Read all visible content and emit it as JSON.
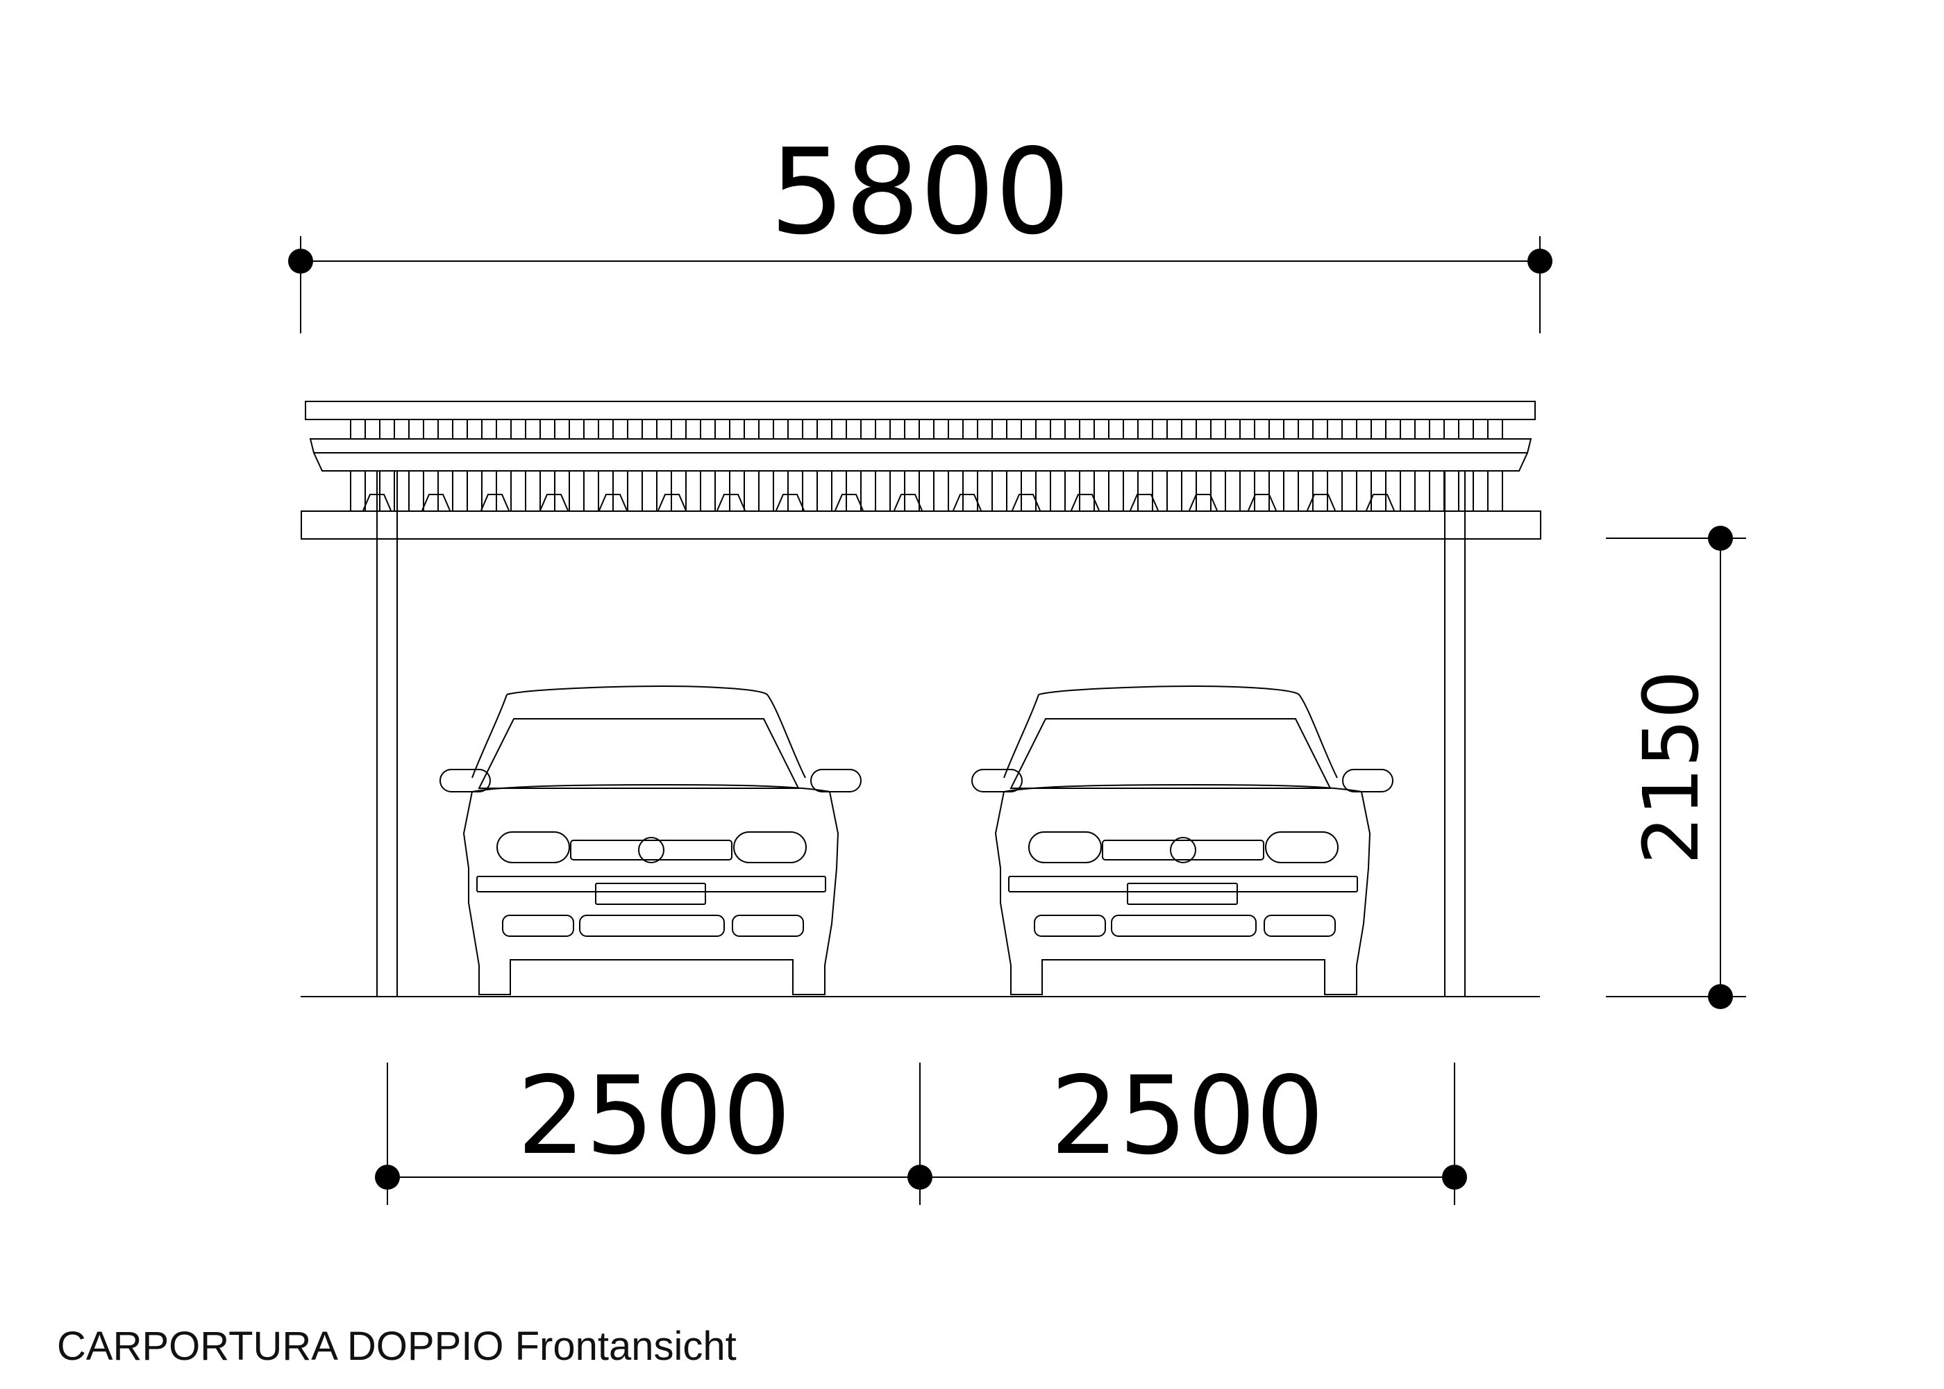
{
  "drawing": {
    "caption": "CARPORTURA DOPPIO Frontansicht"
  },
  "dimensions": {
    "total_width": "5800",
    "bay_left": "2500",
    "bay_right": "2500",
    "height": "2150"
  },
  "colors": {
    "line": "#000000",
    "background": "#ffffff"
  }
}
